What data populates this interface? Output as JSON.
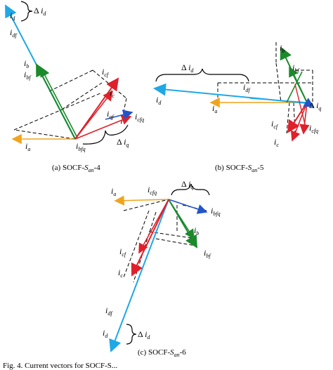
{
  "colors": {
    "ia": "#f0a41e",
    "id": "#1fa8e6",
    "if": "#1a8a2a",
    "ic": "#e0202a",
    "iq": "#2454c8"
  },
  "labels": {
    "i": "i",
    "d": "d",
    "df": "df",
    "a": "a",
    "b": "b",
    "bf": "bf",
    "bfq": "bfq",
    "c": "c",
    "cf": "cf",
    "cfq": "cfq",
    "q": "q",
    "qf": "qf",
    "delta": "Δ"
  },
  "captions": {
    "a": "(a) SOCF-",
    "b": "(b) SOCF-",
    "c": "(c) SOCF-",
    "s": "S",
    "s_sub": "an",
    "a_num": "-4",
    "b_num": "-5",
    "c_num": "-6"
  },
  "footer_fragment": "Fig. 4. Current vectors for SOCF-S..."
}
